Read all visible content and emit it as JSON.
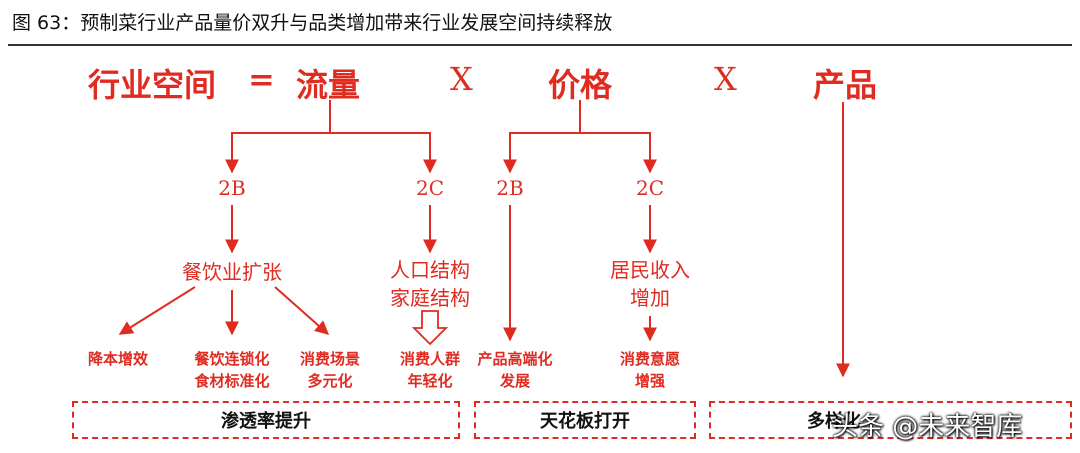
{
  "caption": "图 63：预制菜行业产品量价双升与品类增加带来行业发展空间持续释放",
  "formula": {
    "industry_space": "行业空间",
    "equals": "=",
    "flow": "流量",
    "times1": "X",
    "price": "价格",
    "times2": "X",
    "product": "产品"
  },
  "flow": {
    "to_b": "2B",
    "to_c": "2C",
    "b_driver": "餐饮业扩张",
    "c_driver": [
      "人口结构",
      "家庭结构"
    ],
    "b_effects": [
      [
        "降本增效"
      ],
      [
        "餐饮连锁化",
        "食材标准化"
      ],
      [
        "消费场景",
        "多元化"
      ]
    ],
    "c_effect": [
      "消费人群",
      "年轻化"
    ]
  },
  "price": {
    "to_b": "2B",
    "to_c": "2C",
    "b_effect": [
      "产品高端化",
      "发展"
    ],
    "c_driver": [
      "居民收入",
      "增加"
    ],
    "c_effect": [
      "消费意愿",
      "增强"
    ]
  },
  "boxes": {
    "penetration": "渗透率提升",
    "ceiling": "天花板打开",
    "diversification": "多样化"
  },
  "watermark": "头条 @未来智库",
  "colors": {
    "accent": "#e02b20",
    "text": "#111111"
  }
}
